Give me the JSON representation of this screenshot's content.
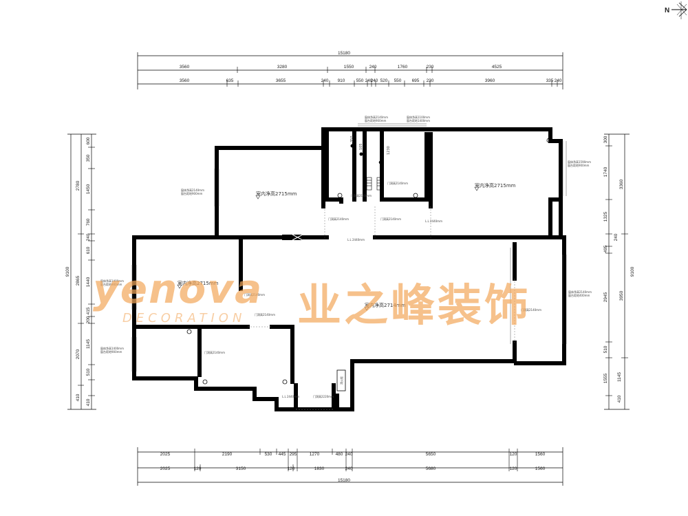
{
  "compass": {
    "label": "N"
  },
  "overall": {
    "top_total": "15180",
    "bottom_total": "15180",
    "left_total": "9100",
    "right_total": "9100"
  },
  "top_row1": [
    "3560",
    "3280",
    "1550",
    "240",
    "1760",
    "230",
    "4525"
  ],
  "top_row2": [
    "3560",
    "635",
    "3655",
    "240",
    "910",
    "550",
    "240",
    "240",
    "520",
    "550",
    "695",
    "230",
    "3960",
    "335",
    "240"
  ],
  "bottom_row1": [
    "2025",
    "2190",
    "530",
    "445",
    "295",
    "1270",
    "480",
    "240",
    "5650",
    "120",
    "1560"
  ],
  "bottom_row2": [
    "2025",
    "120",
    "3150",
    "120",
    "1830",
    "240",
    "5680",
    "120",
    "1560"
  ],
  "left_outer": [
    "2780",
    "2865",
    "2070",
    "410"
  ],
  "left_inner": [
    "600",
    "350",
    "1450",
    "760",
    "240",
    "610",
    "1440",
    "415",
    "200",
    "1145",
    "510",
    "410"
  ],
  "right_outer": [
    "3360",
    "3950"
  ],
  "right_inner": [
    "300",
    "1740",
    "1325",
    "495",
    "240",
    "2945",
    "510",
    "1555",
    "1145",
    "410"
  ],
  "rooms": [
    {
      "label": "室内净高2715mm"
    },
    {
      "label": "室内净高2715mm"
    },
    {
      "label": "室内净高2715mm"
    },
    {
      "label": "室内净高2714mm"
    }
  ],
  "notes": {
    "window_top_a": "窗体净高2140mm",
    "window_top_a2": "窗台距地900mm",
    "window_top_b": "窗体净高1100mm",
    "window_top_b2": "窗台距地1400mm",
    "window_right_a": "窗体净高1590mm",
    "window_right_a2": "窗台距地900mm",
    "window_right_b": "窗体净高2140mm",
    "window_right_b2": "窗台距地400mm",
    "window_left_a": "窗体净高1400mm",
    "window_left_a2": "窗台距地900mm",
    "window_left_b": "窗体净高1400mm",
    "window_left_b2": "窗台距地900mm",
    "door_a": "门洞高2140mm",
    "door_b": "门洞高2140mm",
    "door_c": "门洞高2140mm",
    "door_d": "门洞高2140mm",
    "door_e": "门洞高2140mm",
    "door_f": "门洞高2140mm",
    "door_g": "门洞高2140mm",
    "door_h": "门洞高2220mm",
    "door_i": "门洞高2140mm",
    "beam_a": "L.L 2440mm",
    "beam_b": "L.L 2440mm",
    "beam_c": "L.L 2440mm",
    "dim_350": "350",
    "dim_1230": "1230",
    "dim_105": "105",
    "wm_label": "消火栓"
  },
  "watermark": {
    "brand_en": "yenova",
    "sub_en": "DECORATION",
    "brand_cn": "业之峰装饰"
  }
}
